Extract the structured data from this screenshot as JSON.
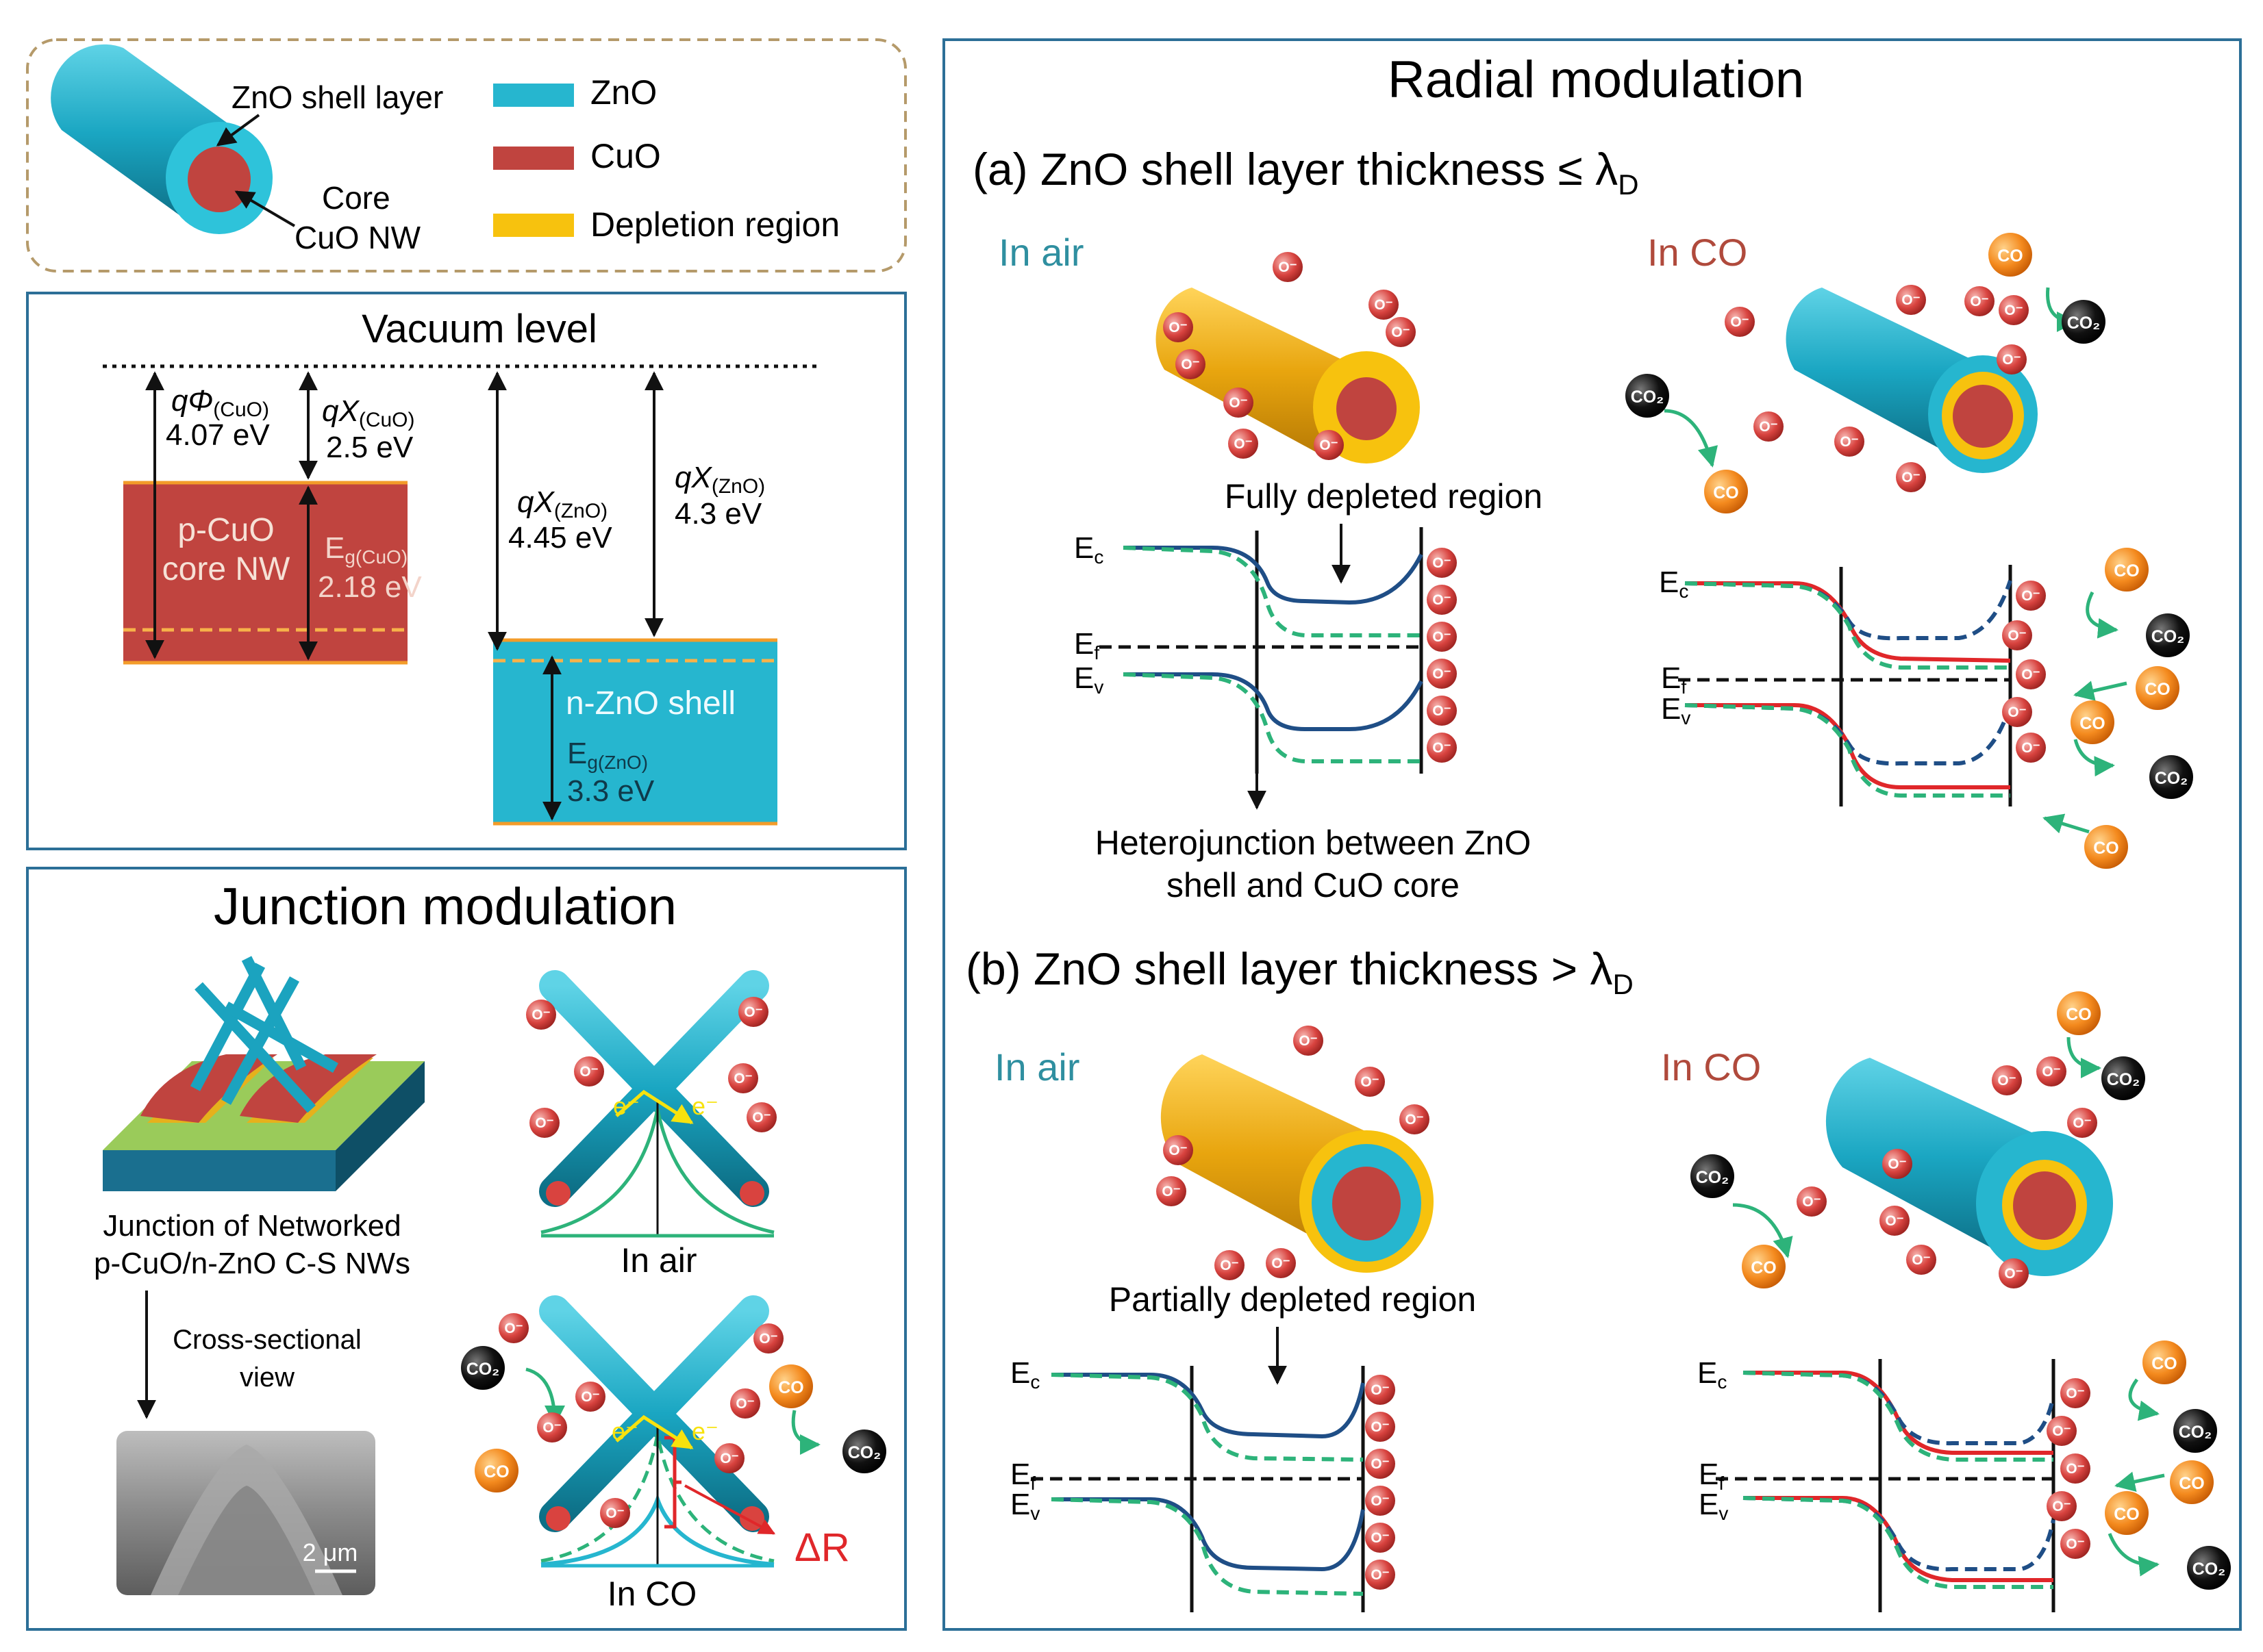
{
  "legend": {
    "shell_label": "ZnO shell layer",
    "core_label_1": "Core",
    "core_label_2": "CuO NW",
    "items": [
      {
        "label": "ZnO",
        "color": "#26b6cf"
      },
      {
        "label": "CuO",
        "color": "#c0443f"
      },
      {
        "label": "Depletion region",
        "color": "#f7c20e"
      }
    ]
  },
  "band_panel": {
    "title": "Vacuum level",
    "q_phi_cuo": "qΦ",
    "q_phi_cuo_sub": "(CuO)",
    "q_phi_cuo_val": "4.07 eV",
    "q_chi_cuo": "qX",
    "q_chi_cuo_sub": "(CuO)",
    "q_chi_cuo_val": "2.5 eV",
    "cuo_block_1": "p-CuO",
    "cuo_block_2": "core NW",
    "eg_cuo": "E",
    "eg_cuo_sub": "g(CuO)",
    "eg_cuo_val": "2.18 eV",
    "q_chi_zno_a": "qX",
    "q_chi_zno_a_sub": "(ZnO)",
    "q_chi_zno_a_val": "4.45 eV",
    "q_chi_zno_b": "qX",
    "q_chi_zno_b_sub": "(ZnO)",
    "q_chi_zno_b_val": "4.3 eV",
    "zno_block": "n-ZnO shell",
    "eg_zno": "E",
    "eg_zno_sub": "g(ZnO)",
    "eg_zno_val": "3.3 eV"
  },
  "junction_panel": {
    "title": "Junction modulation",
    "device_caption_1": "Junction of Networked",
    "device_caption_2": "p-CuO/n-ZnO C-S NWs",
    "cross_1": "Cross-sectional",
    "cross_2": "view",
    "scale_bar": "2 μm",
    "in_air": "In air",
    "in_co": "In CO",
    "delta_r": "ΔR",
    "electron": "e⁻"
  },
  "radial_panel": {
    "title": "Radial modulation",
    "a_heading": "(a) ZnO shell layer  thickness  ≤ λ",
    "b_heading": "(b) ZnO shell layer  thickness  > λ",
    "lambda_sub": "D",
    "in_air": "In air",
    "in_co": "In CO",
    "fully_depleted": "Fully depleted region",
    "partially_depleted": "Partially depleted region",
    "heterojunction_1": "Heterojunction  between  ZnO",
    "heterojunction_2": "shell and CuO core",
    "ec": "E",
    "ec_sub": "c",
    "ef": "E",
    "ef_sub": "f",
    "ev": "E",
    "ev_sub": "v"
  },
  "molecules": {
    "oxygen": "O⁻",
    "co": "CO",
    "co2": "CO₂"
  },
  "colors": {
    "zno": "#26b6cf",
    "cuo": "#c0443f",
    "depletion": "#f7c20e",
    "panel_border": "#2c6f97",
    "air_text": "#2f8fa0",
    "co_text": "#b04a3c",
    "band_blue": "#1f4e86",
    "band_green": "#2db37a",
    "band_red": "#e0272a"
  }
}
